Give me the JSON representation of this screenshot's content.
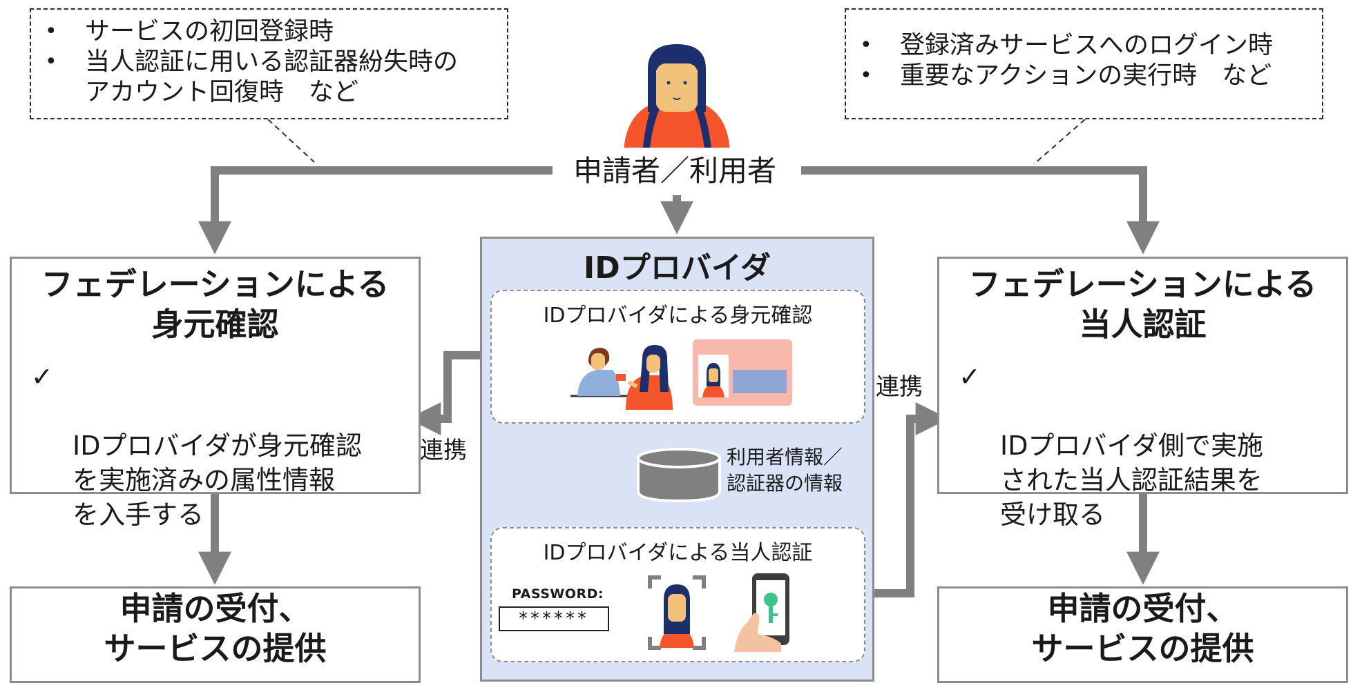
{
  "callout_left": {
    "items": [
      "サービスの初回登録時",
      "当人認証に用いる認証器紛失時の\nアカウント回復時　など"
    ]
  },
  "callout_right": {
    "items": [
      "登録済みサービスへのログイン時",
      "重要なアクションの実行時　など"
    ]
  },
  "user": {
    "label": "申請者／利用者"
  },
  "left_box": {
    "title": "フェデレーションによる\n身元確認",
    "check_mark": "✓",
    "text": "IDプロバイダが身元確認\nを実施済みの属性情報\nを入手する"
  },
  "right_box": {
    "title": "フェデレーションによる\n当人認証",
    "check_mark": "✓",
    "text": "IDプロバイダ側で実施\nされた当人認証結果を\n受け取る"
  },
  "idp": {
    "title": "IDプロバイダ",
    "identity_title": "IDプロバイダによる身元確認",
    "auth_title": "IDプロバイダによる当人認証",
    "db_label": "利用者情報／\n認証器の情報",
    "password_label": "PASSWORD:",
    "password_value": "******"
  },
  "link_left": "連携",
  "link_right": "連携",
  "bottom_left": "申請の受付、\nサービスの提供",
  "bottom_right": "申請の受付、\nサービスの提供",
  "colors": {
    "connector": "#808080",
    "idp_background": "#dae3f6",
    "callout_border": "#1f2a5a",
    "person_shirt": "#f4552b",
    "person_hair": "#1d2e6c",
    "person_skin": "#f2c27a",
    "id_card": "#f9b8ac",
    "id_card_field": "#8da6d6",
    "key_green": "#39c48a"
  }
}
